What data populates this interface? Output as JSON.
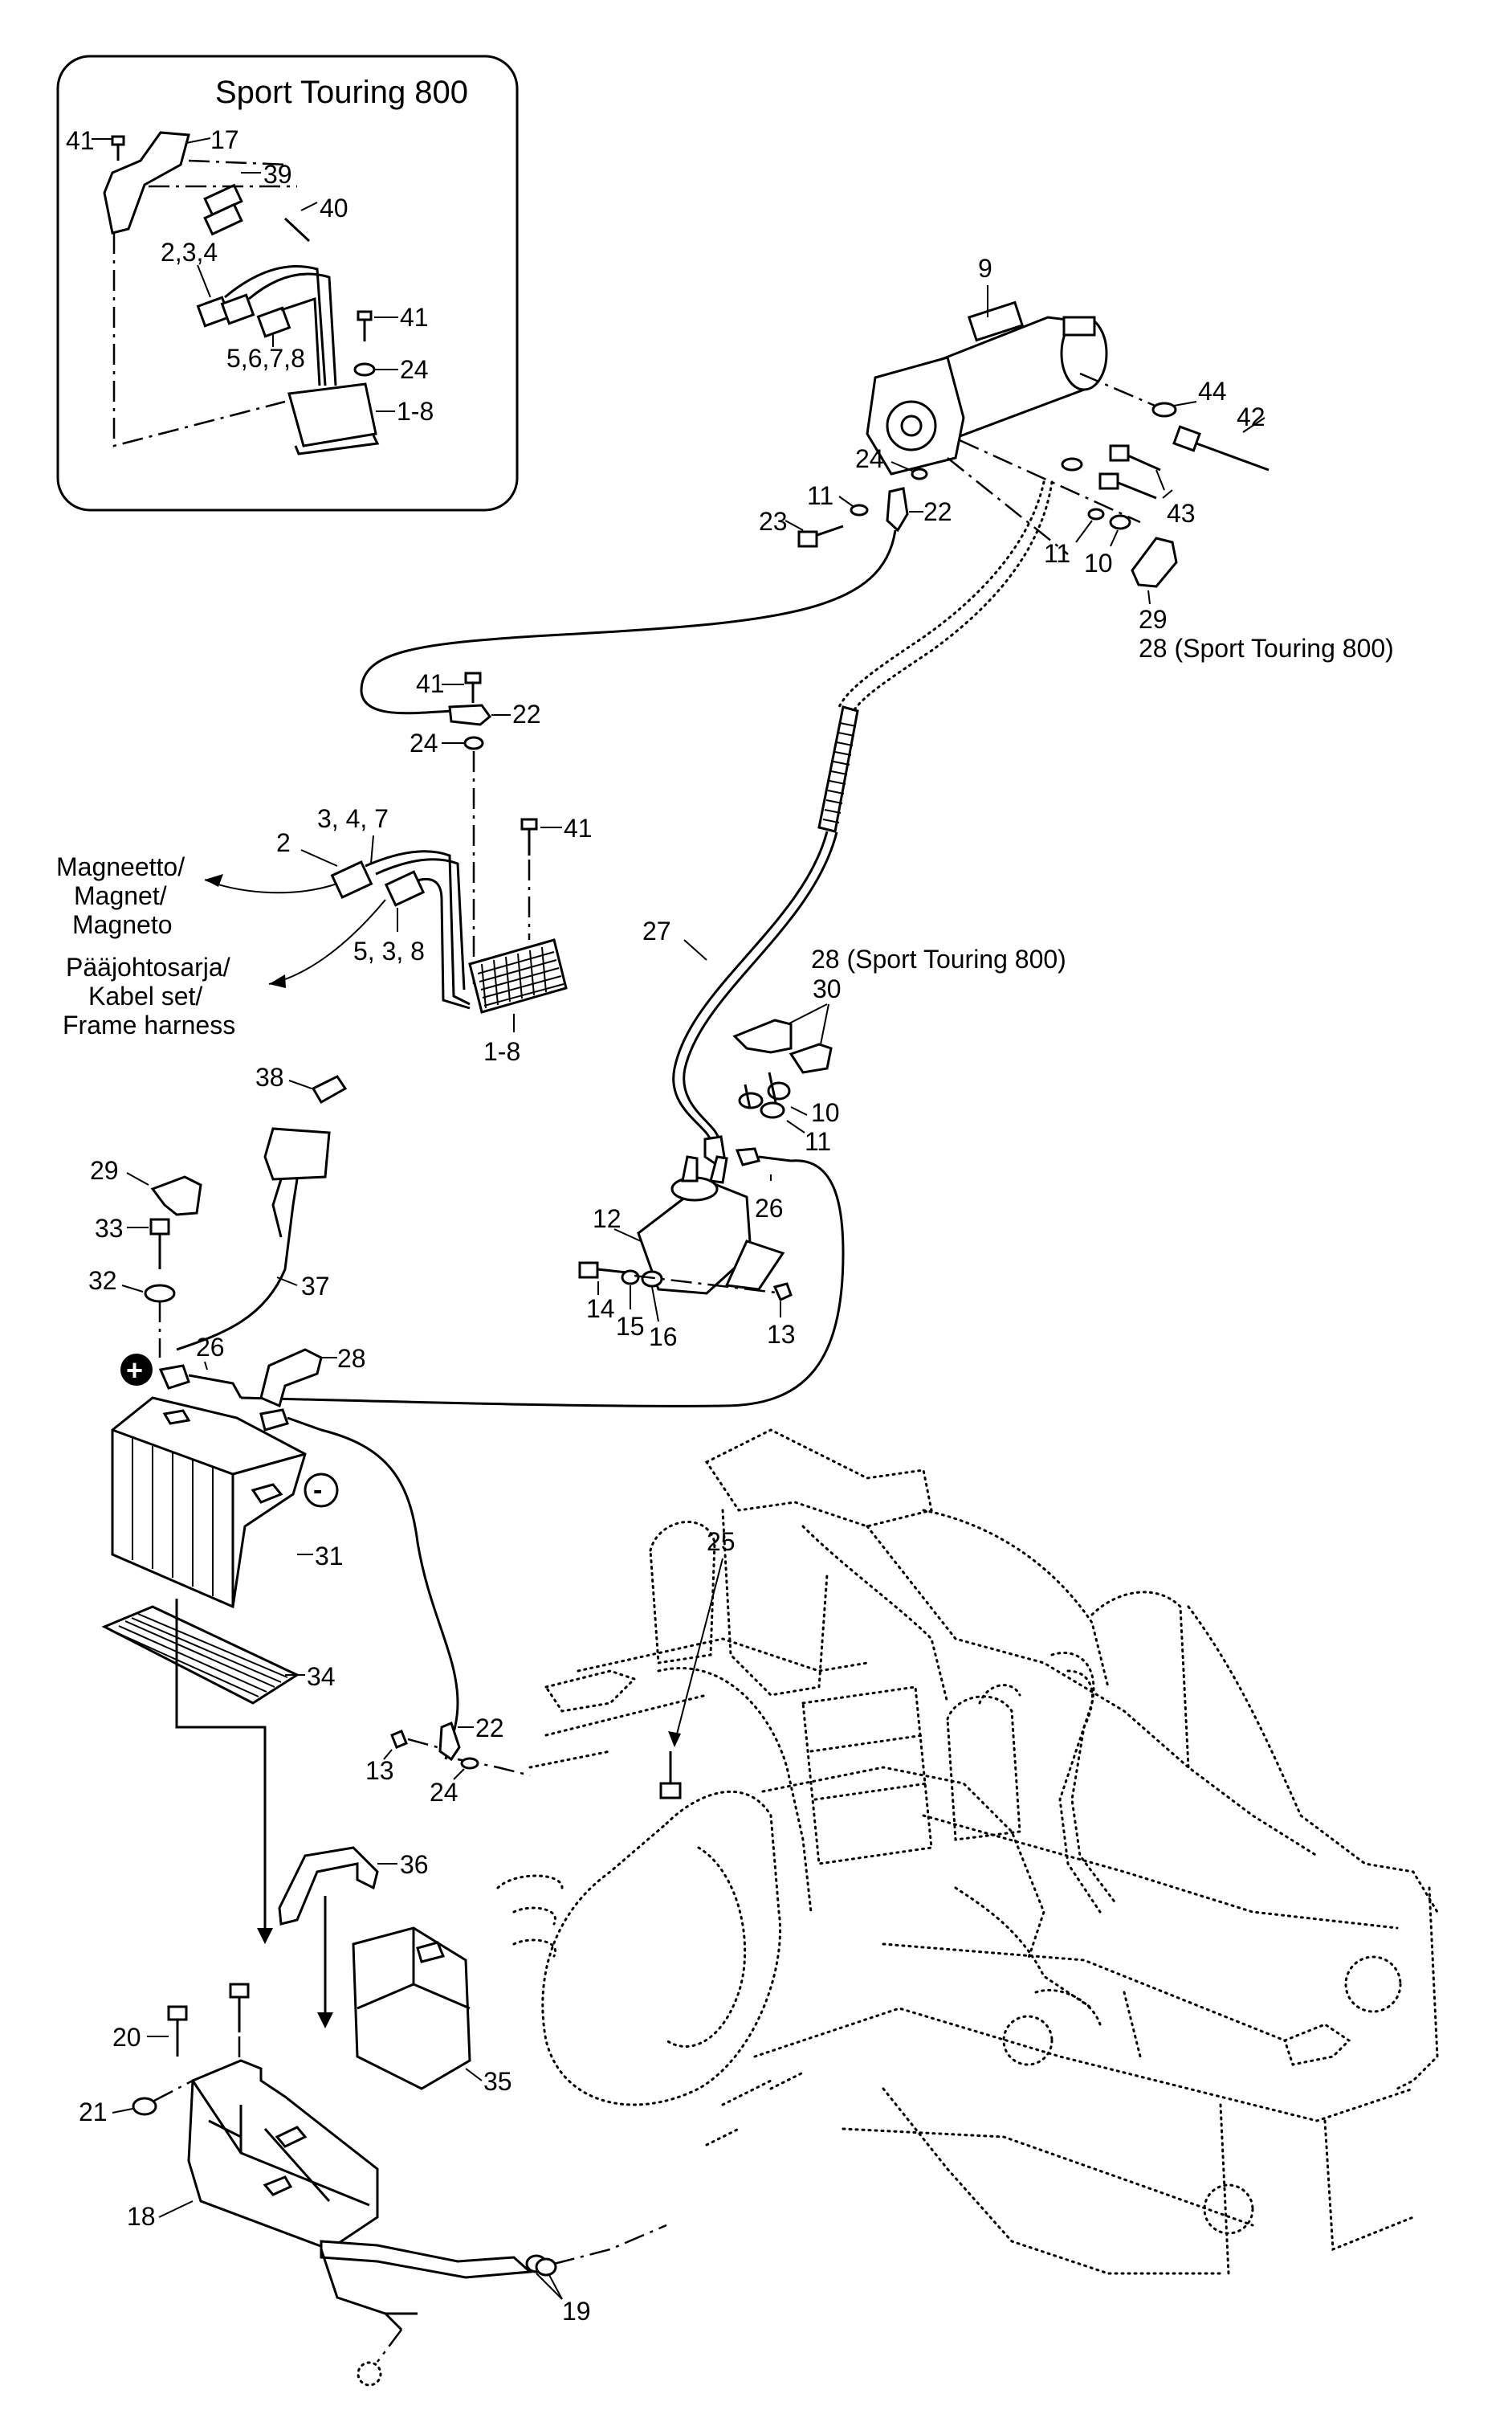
{
  "inset": {
    "title": "Sport Touring 800"
  },
  "callouts": {
    "inset_41a": "41",
    "inset_17": "17",
    "inset_39": "39",
    "inset_40": "40",
    "inset_234": "2,3,4",
    "inset_41b": "41",
    "inset_5678": "5,6,7,8",
    "inset_24": "24",
    "inset_18": "1-8",
    "c9": "9",
    "c44": "44",
    "c42": "42",
    "c24_top": "24",
    "c43": "43",
    "c11_top": "11",
    "c22_top": "22",
    "c23": "23",
    "c11_mid": "11",
    "c10_top": "10",
    "c29_top": "29",
    "c28_top": "28 (Sport Touring 800)",
    "c41_reg": "41",
    "c22_reg": "22",
    "c24_reg": "24",
    "c41_reg2": "41",
    "c2": "2",
    "c347": "3, 4, 7",
    "c538": "5, 3, 8",
    "c18_reg": "1-8",
    "c27": "27",
    "c28_sol": "28 (Sport Touring 800)",
    "c30": "30",
    "c10_sol": "10",
    "c11_sol": "11",
    "c26_sol": "26",
    "c12": "12",
    "c14": "14",
    "c15": "15",
    "c16": "16",
    "c13_sol": "13",
    "c38": "38",
    "c29_bat": "29",
    "c33": "33",
    "c32": "32",
    "c37": "37",
    "c26_bat": "26",
    "c28_bat": "28",
    "c31": "31",
    "c34": "34",
    "c25": "25",
    "c22_bot": "22",
    "c13_bot": "13",
    "c24_bot": "24",
    "c36": "36",
    "c20": "20",
    "c21": "21",
    "c35": "35",
    "c18": "18",
    "c19": "19",
    "plus": "+",
    "minus": "-"
  },
  "notes": {
    "magneto_1": "Magneetto/",
    "magneto_2": "Magnet/",
    "magneto_3": "Magneto",
    "harness_1": "Pääjohtosarja/",
    "harness_2": "Kabel set/",
    "harness_3": "Frame harness"
  }
}
